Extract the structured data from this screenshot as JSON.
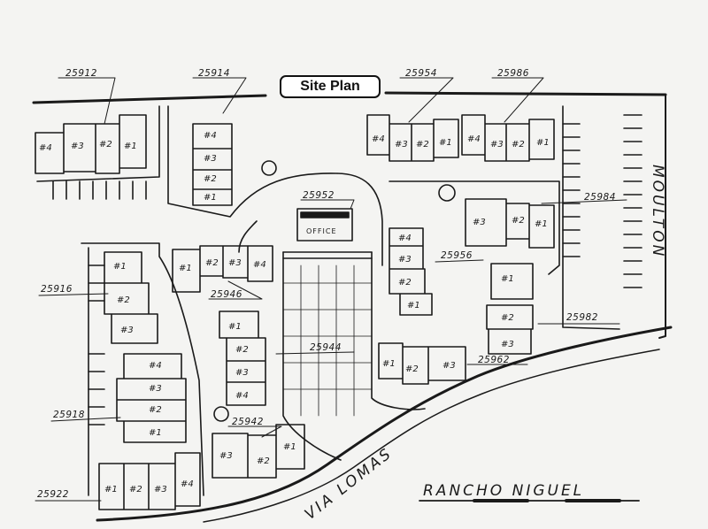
{
  "title": "Site Plan",
  "brand": "RANCHO NIGUEL",
  "streets": {
    "via_lomas": "VIA LOMAS",
    "moulton": "MOULTON"
  },
  "office": {
    "address": "25952",
    "label": "OFFICE"
  },
  "buildings": [
    {
      "id": "b25912",
      "address": "25912",
      "units": [
        "#4",
        "#3",
        "#2",
        "#1"
      ]
    },
    {
      "id": "b25914",
      "address": "25914",
      "units": [
        "#4",
        "#3",
        "#2",
        "#1"
      ]
    },
    {
      "id": "b25954",
      "address": "25954",
      "units": [
        "#4",
        "#3",
        "#2",
        "#1"
      ]
    },
    {
      "id": "b25986",
      "address": "25986",
      "units": [
        "#4",
        "#3",
        "#2",
        "#1"
      ]
    },
    {
      "id": "b25984",
      "address": "25984",
      "units": [
        "#3",
        "#2",
        "#1"
      ]
    },
    {
      "id": "b25946",
      "address": "25946",
      "units": [
        "#1",
        "#2",
        "#3",
        "#4"
      ]
    },
    {
      "id": "b25956",
      "address": "25956",
      "units": [
        "#4",
        "#3",
        "#2",
        "#1"
      ]
    },
    {
      "id": "b25916",
      "address": "25916",
      "units": [
        "#1",
        "#2",
        "#3"
      ]
    },
    {
      "id": "b25944",
      "address": "25944",
      "units": [
        "#1",
        "#2",
        "#3",
        "#4"
      ]
    },
    {
      "id": "b25982",
      "address": "25982",
      "units": [
        "#1",
        "#2",
        "#3"
      ]
    },
    {
      "id": "b25962",
      "address": "25962",
      "units": [
        "#1",
        "#2",
        "#3"
      ]
    },
    {
      "id": "b25918",
      "address": "25918",
      "units": [
        "#4",
        "#3",
        "#2",
        "#1"
      ]
    },
    {
      "id": "b25942",
      "address": "25942",
      "units": [
        "#3",
        "#2",
        "#1"
      ]
    },
    {
      "id": "b25922",
      "address": "25922",
      "units": [
        "#1",
        "#2",
        "#3",
        "#4"
      ]
    }
  ]
}
